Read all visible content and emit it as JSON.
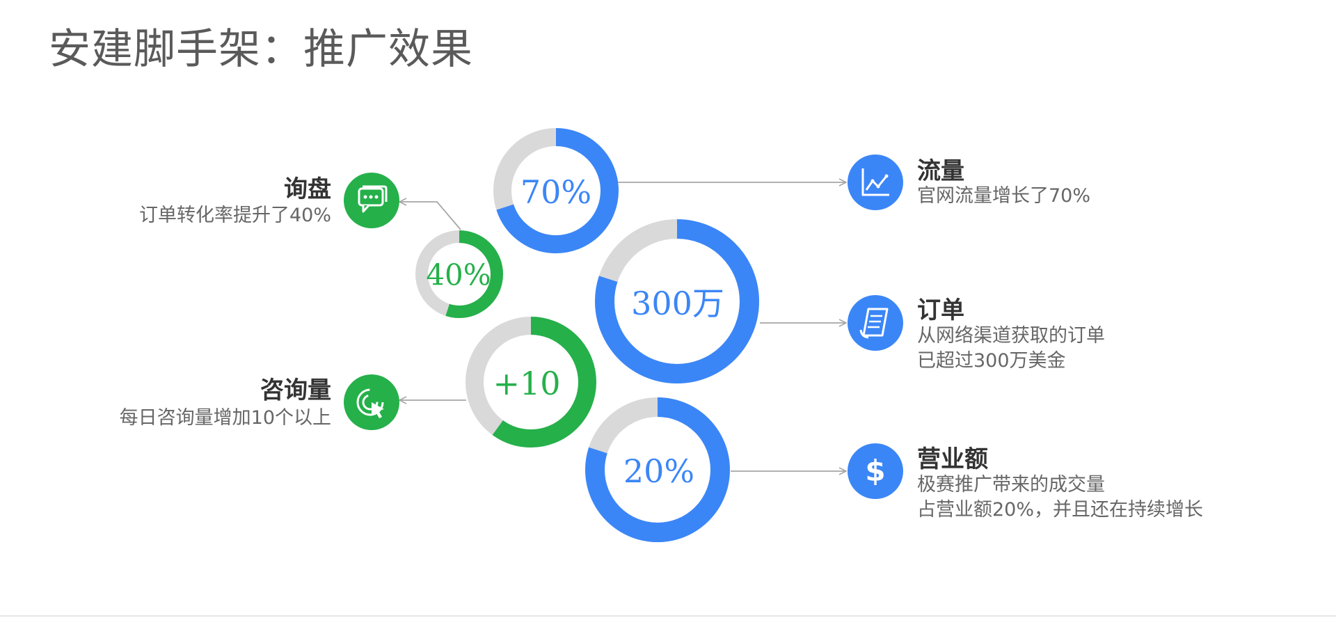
{
  "title": "安建脚手架：推广效果",
  "colors": {
    "blue": "#3b86f7",
    "green": "#25b04a",
    "track": "#d9d9d9",
    "arrow": "#a6a6a6",
    "text_dark": "#333333",
    "text_gray": "#666666"
  },
  "rings": [
    {
      "id": "traffic",
      "label": "70%",
      "fraction": 0.7,
      "color": "blue"
    },
    {
      "id": "inquiry",
      "label": "40%",
      "fraction": 0.55,
      "color": "green"
    },
    {
      "id": "orders",
      "label": "300万",
      "fraction": 0.8,
      "color": "blue"
    },
    {
      "id": "consult",
      "label": "+10",
      "fraction": 0.6,
      "color": "green"
    },
    {
      "id": "revenue",
      "label": "20%",
      "fraction": 0.8,
      "color": "blue"
    }
  ],
  "features": {
    "inquiry": {
      "title": "询盘",
      "desc": [
        "订单转化率提升了40%"
      ],
      "icon": "chat-icon"
    },
    "consult": {
      "title": "咨询量",
      "desc": [
        "每日咨询量增加10个以上"
      ],
      "icon": "cursor-click-icon"
    },
    "traffic": {
      "title": "流量",
      "desc": [
        "官网流量增长了70%"
      ],
      "icon": "line-chart-icon"
    },
    "orders": {
      "title": "订单",
      "desc": [
        "从网络渠道获取的订单",
        "已超过300万美金"
      ],
      "icon": "document-icon"
    },
    "revenue": {
      "title": "营业额",
      "desc": [
        "极赛推广带来的成交量",
        "占营业额20%，并且还在持续增长"
      ],
      "icon": "dollar-icon"
    }
  }
}
